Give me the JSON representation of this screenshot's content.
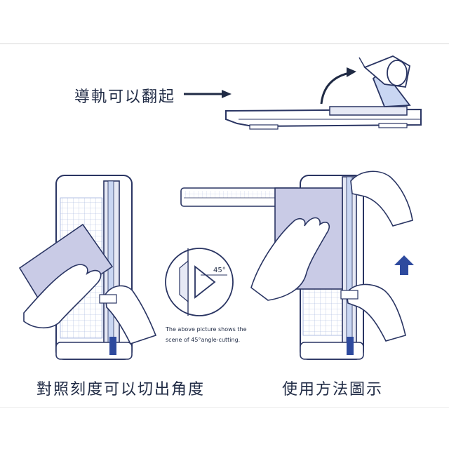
{
  "captions": {
    "rail_fold": "導軌可以翻起",
    "angle_scale": "對照刻度可以切出角度",
    "usage": "使用方法圖示"
  },
  "angle_callout": {
    "degree": "45°",
    "note_line1": "The above picture shows the",
    "note_line2": "scene of 45°angle-cutting."
  },
  "colors": {
    "outline": "#2a3563",
    "accent_blue": "#2e4a9e",
    "paper_lavender": "#c9cbe6",
    "grid_blue": "#9fb0dc"
  },
  "icons": {
    "arrow_right": "arrow-right-icon",
    "arrow_up": "arrow-up-icon",
    "curved_arrow": "curved-arrow-icon"
  }
}
